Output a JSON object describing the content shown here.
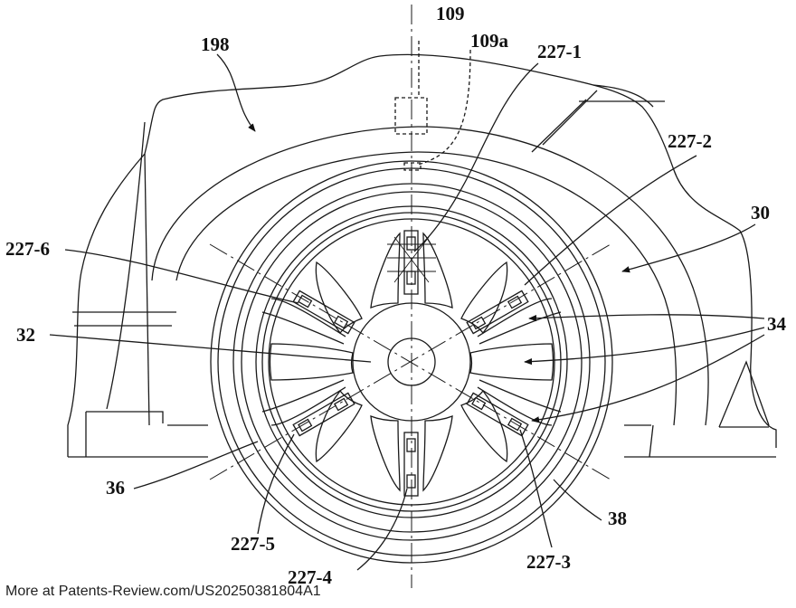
{
  "labels": {
    "l109": "109",
    "l109a": "109a",
    "l198": "198",
    "l227_1": "227-1",
    "l227_2": "227-2",
    "l227_3": "227-3",
    "l227_4": "227-4",
    "l227_5": "227-5",
    "l227_6": "227-6",
    "l30": "30",
    "l32": "32",
    "l34": "34",
    "l36": "36",
    "l38": "38"
  },
  "footer": "More at Patents-Review.com/US20250381804A1"
}
